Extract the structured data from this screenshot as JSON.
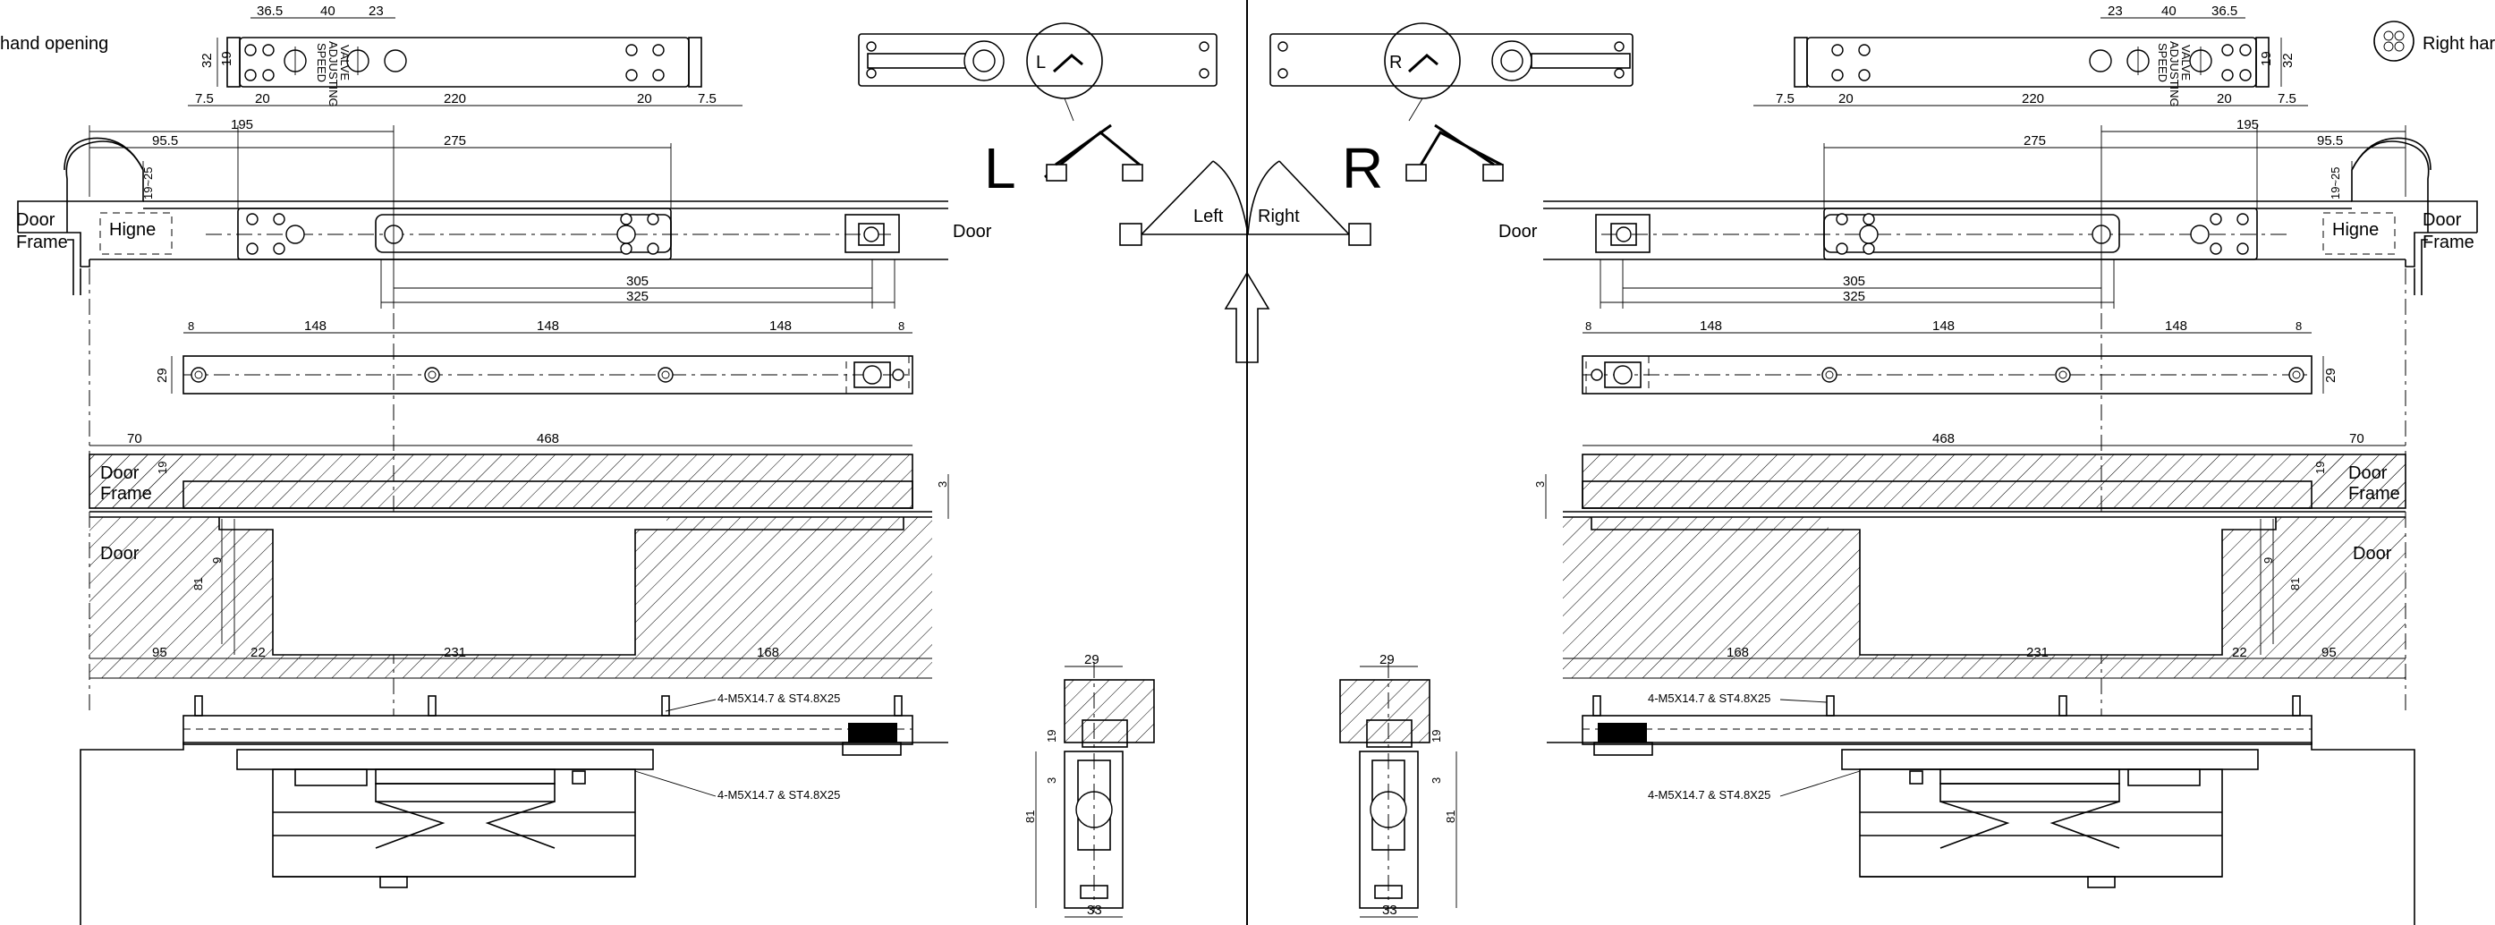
{
  "labels": {
    "left_opening": "hand opening",
    "right_opening": "Right har",
    "door": "Door",
    "door_frame_1": "Door",
    "door_frame_2": "Frame",
    "hinge": "Higne",
    "left": "Left",
    "right": "Right",
    "letter_L": "L",
    "letter_R": "R",
    "speed_valve_1": "SPEED",
    "speed_valve_2": "ADJUSTING",
    "speed_valve_3": "VALVE",
    "screws": "4-M5X14.7 & ST4.8X25"
  },
  "dims_left": {
    "top_36_5": "36.5",
    "top_40": "40",
    "top_23": "23",
    "top_32": "32",
    "top_19": "19",
    "top_7_5a": "7.5",
    "top_20a": "20",
    "top_220": "220",
    "top_20b": "20",
    "top_7_5b": "7.5",
    "d195": "195",
    "d95_5": "95.5",
    "d275": "275",
    "d19_25": "19~25",
    "d305": "305",
    "d325": "325",
    "d8a": "8",
    "d148a": "148",
    "d148b": "148",
    "d148c": "148",
    "d8b": "8",
    "d29": "29",
    "d70": "70",
    "d468": "468",
    "d19": "19",
    "d3": "3",
    "d9": "9",
    "d81": "81",
    "d95": "95",
    "d22": "22",
    "d231": "231",
    "d168": "168"
  },
  "dims_right": {
    "top_23": "23",
    "top_40": "40",
    "top_36_5": "36.5",
    "top_19": "19",
    "top_32": "32",
    "top_7_5a": "7.5",
    "top_20a": "20",
    "top_220": "220",
    "top_20b": "20",
    "top_7_5b": "7.5",
    "d195": "195",
    "d95_5": "95.5",
    "d275": "275",
    "d19_25": "19~25",
    "d305": "305",
    "d325": "325",
    "d8a": "8",
    "d148a": "148",
    "d148b": "148",
    "d148c": "148",
    "d8b": "8",
    "d29": "29",
    "d468": "468",
    "d70": "70",
    "d3": "3",
    "d19": "19",
    "d9": "9",
    "d81": "81",
    "d168": "168",
    "d231": "231",
    "d22": "22",
    "d95": "95"
  },
  "dims_center": {
    "l29": "29",
    "l19": "19",
    "l3": "3",
    "l81": "81",
    "l33": "33",
    "r29": "29",
    "r19": "19",
    "r3": "3",
    "r81": "81",
    "r33": "33"
  }
}
